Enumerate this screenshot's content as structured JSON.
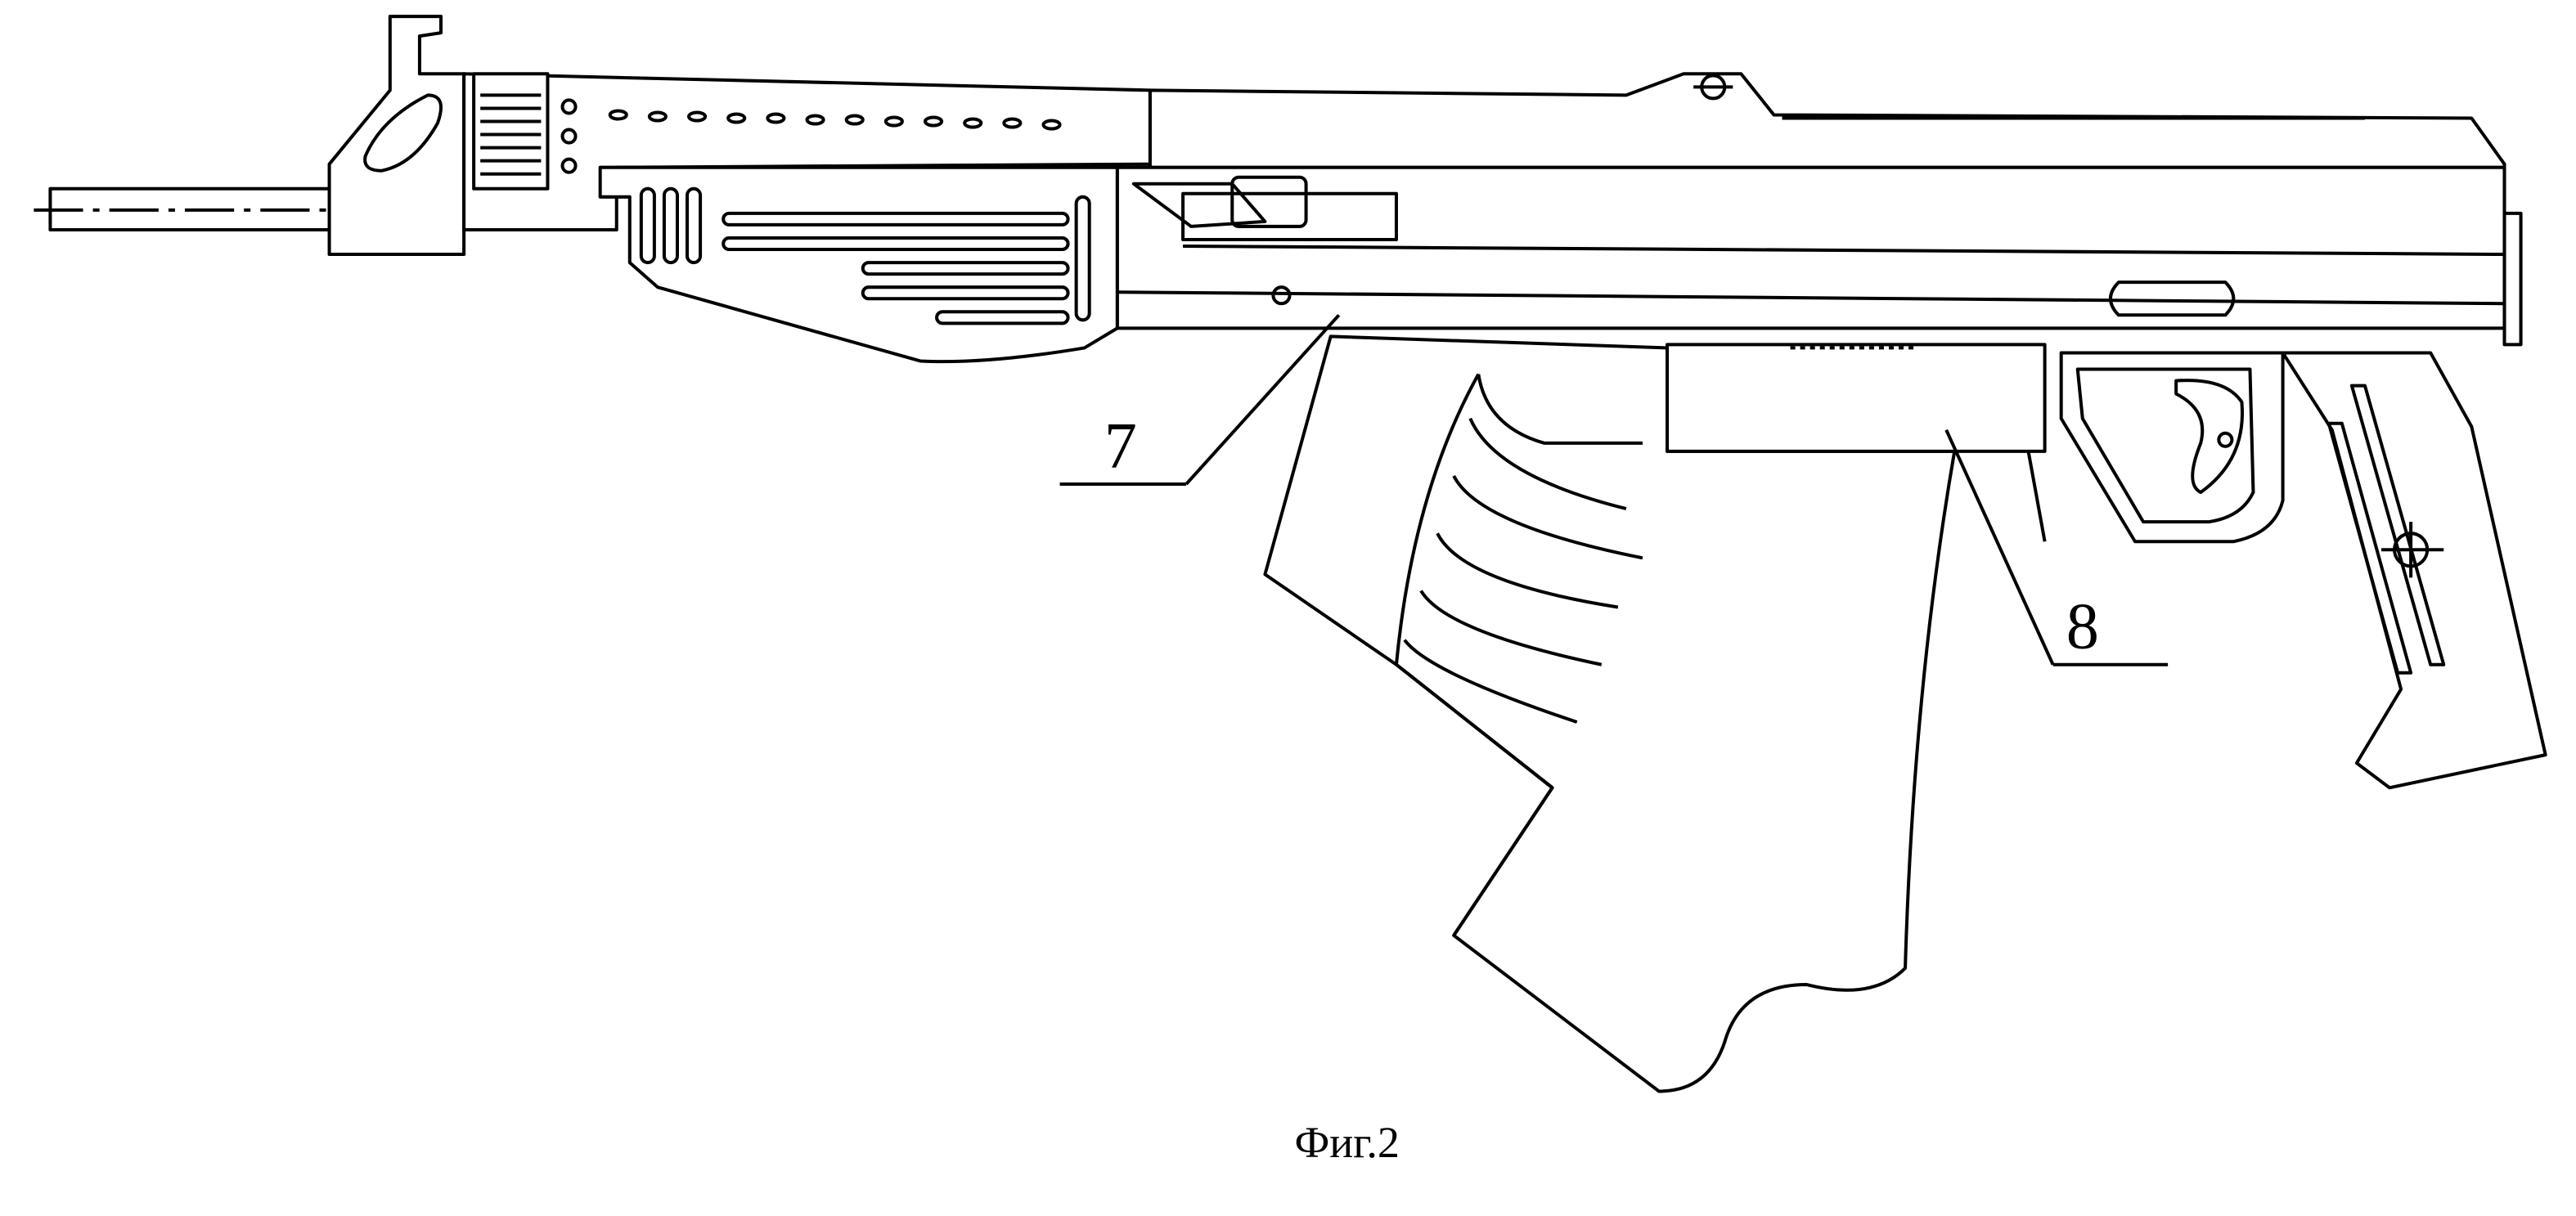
{
  "figure": {
    "caption": "Фиг.2",
    "labels": [
      {
        "id": "7",
        "text": "7"
      },
      {
        "id": "8",
        "text": "8"
      }
    ]
  }
}
